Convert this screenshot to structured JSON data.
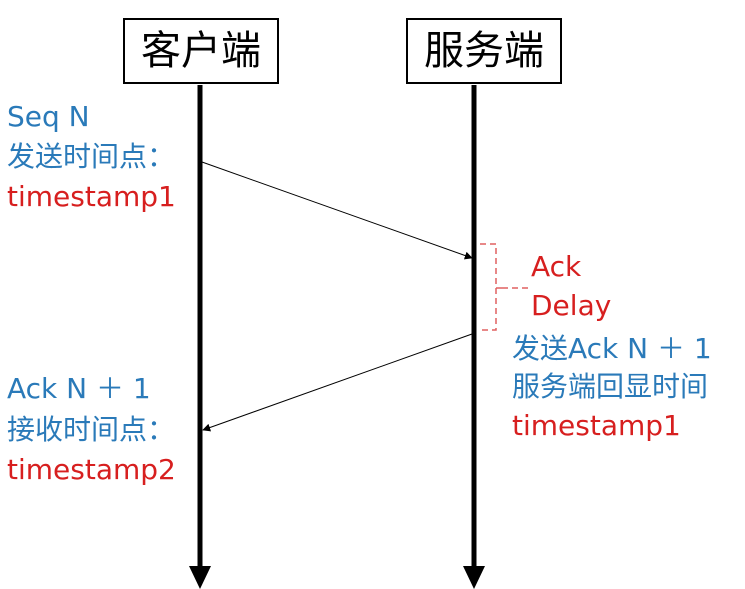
{
  "participants": {
    "client": "客户端",
    "server": "服务端"
  },
  "client_send": {
    "line1": "Seq N",
    "line2": "发送时间点：",
    "line3": "timestamp1"
  },
  "client_recv": {
    "line1": "Ack N ＋ 1",
    "line2": "接收时间点：",
    "line3": "timestamp2"
  },
  "ack_delay": {
    "line1": "Ack",
    "line2": "Delay"
  },
  "server_send": {
    "line1": "发送Ack N ＋ 1",
    "line2": "服务端回显时间",
    "line3": "timestamp1"
  },
  "colors": {
    "blue": "#2a7ab9",
    "red": "#d71f1f",
    "line": "#000000",
    "bracket": "#e06060"
  }
}
